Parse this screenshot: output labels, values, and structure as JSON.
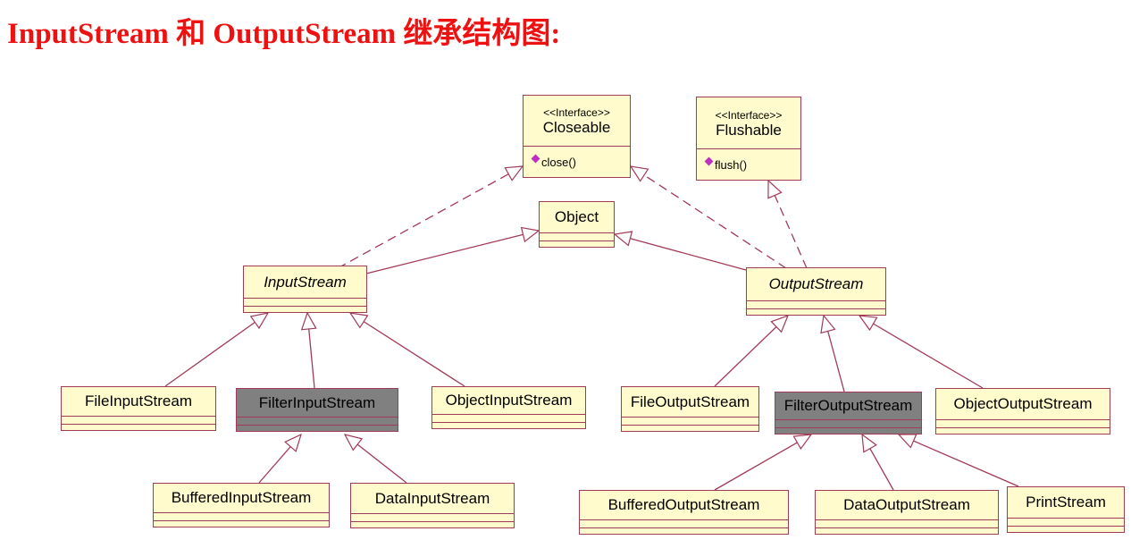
{
  "title": "InputStream 和 OutputStream 继承结构图:",
  "colors": {
    "box_fill": "#fffbcc",
    "box_border": "#a13a56",
    "highlight_fill": "#808080",
    "edge": "#a13a56",
    "title": "#ee1111"
  },
  "interfaces": {
    "closeable": {
      "stereotype": "<<Interface>>",
      "name": "Closeable",
      "method": "close()"
    },
    "flushable": {
      "stereotype": "<<Interface>>",
      "name": "Flushable",
      "method": "flush()"
    }
  },
  "classes": {
    "object": "Object",
    "input_stream": "InputStream",
    "output_stream": "OutputStream",
    "file_input_stream": "FileInputStream",
    "filter_input_stream": "FilterInputStream",
    "object_input_stream": "ObjectInputStream",
    "buffered_input_stream": "BufferedInputStream",
    "data_input_stream": "DataInputStream",
    "file_output_stream": "FileOutputStream",
    "filter_output_stream": "FilterOutputStream",
    "object_output_stream": "ObjectOutputStream",
    "buffered_output_stream": "BufferedOutputStream",
    "data_output_stream": "DataOutputStream",
    "print_stream": "PrintStream"
  }
}
